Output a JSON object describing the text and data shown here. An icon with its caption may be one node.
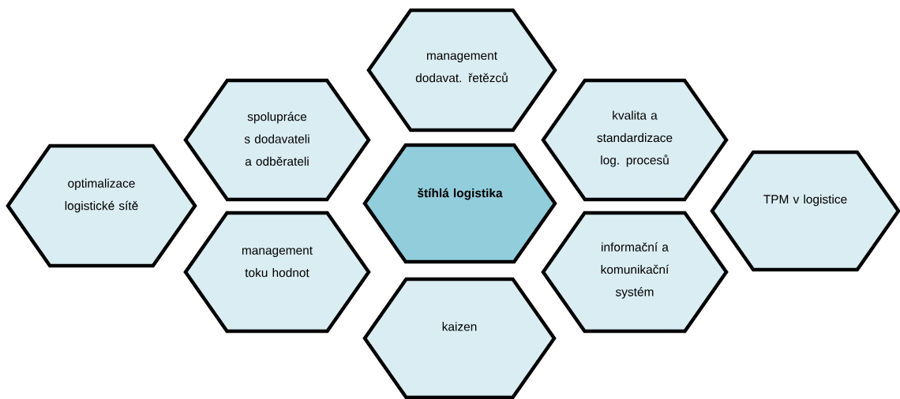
{
  "diagram": {
    "nodes": [
      {
        "text": [
          "optimalizace logistické sítě"
        ]
      },
      {
        "text": [
          "spolupráce s dodavateli a odběrateli"
        ]
      },
      {
        "text": [
          "management toku hodnot"
        ]
      },
      {
        "text": [
          "management dodavat. řetězců"
        ]
      },
      {
        "text": [
          "štíhlá logistika"
        ]
      },
      {
        "text": [
          "kaizen"
        ]
      },
      {
        "text": [
          "kvalita a standardizace log. procesů"
        ]
      },
      {
        "text": [
          "informační a komunikační systém"
        ]
      },
      {
        "text": [
          "TPM v logistice"
        ]
      }
    ]
  }
}
